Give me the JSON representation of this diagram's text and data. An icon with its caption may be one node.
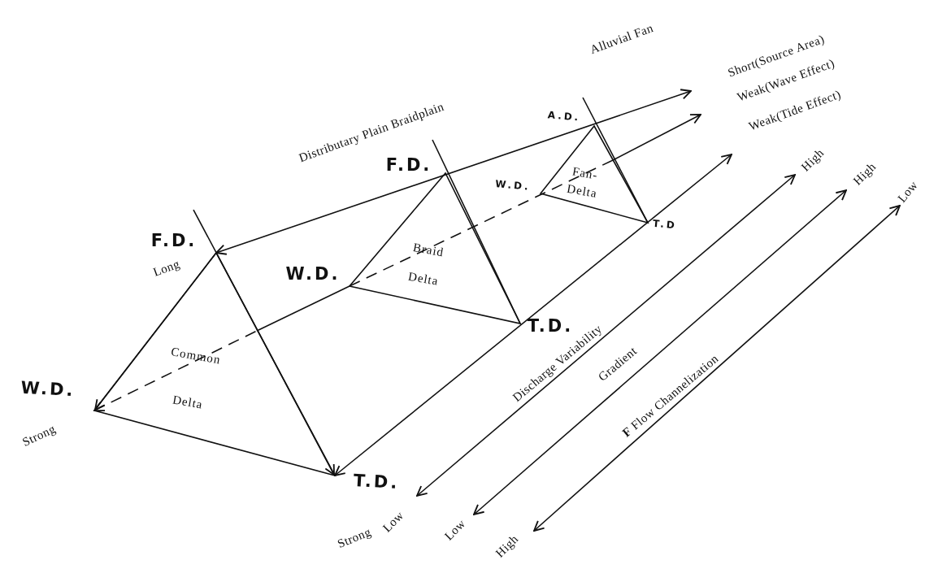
{
  "diagram": {
    "nodes": [
      {
        "text": [
          "Common Delta"
        ]
      },
      {
        "text": [
          "Braid Delta"
        ]
      },
      {
        "text": [
          "Fan-Delta"
        ]
      }
    ],
    "labels": [
      "Alluvial Fan",
      "Short(Source Area)",
      "Weak(Wave Effect)",
      "Distributary Plain Braidplain",
      "A.D.",
      "Weak(Tide Effect)",
      "F.D.",
      "W.D.",
      "High",
      "High",
      "Low",
      "T.D",
      "F.D.",
      "Long",
      "W.D.",
      "T.D.",
      "Discharge Variability",
      "Gradient",
      "W.D.",
      "**F** Flow Channelization",
      "Strong",
      "Strong",
      "T.D.",
      "Low",
      "Low",
      "High"
    ]
  }
}
